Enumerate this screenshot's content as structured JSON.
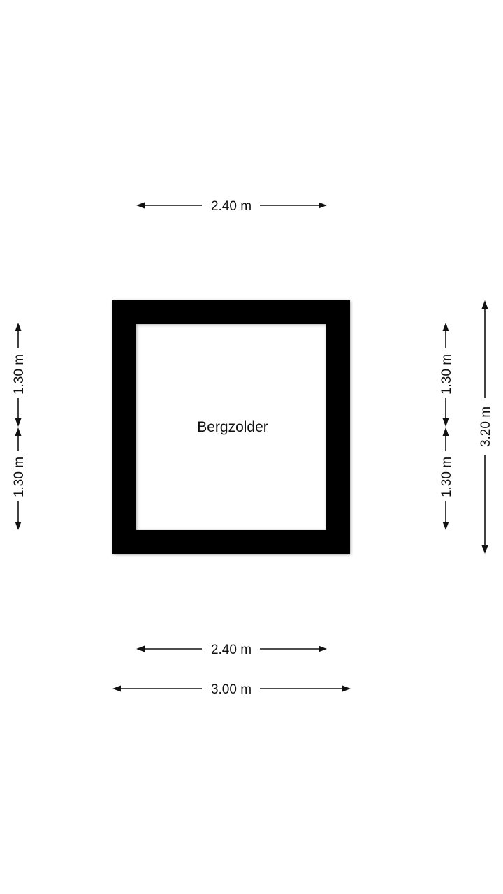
{
  "room": {
    "name": "Bergzolder"
  },
  "dimensions": {
    "top_inner_width": "2.40 m",
    "bottom_inner_width": "2.40 m",
    "bottom_outer_width": "3.00 m",
    "left_upper_height": "1.30 m",
    "left_lower_height": "1.30 m",
    "right_upper_height": "1.30 m",
    "right_lower_height": "1.30 m",
    "right_outer_height": "3.20 m"
  },
  "colors": {
    "wall": "#000000",
    "background": "#ffffff",
    "line": "#111111"
  }
}
